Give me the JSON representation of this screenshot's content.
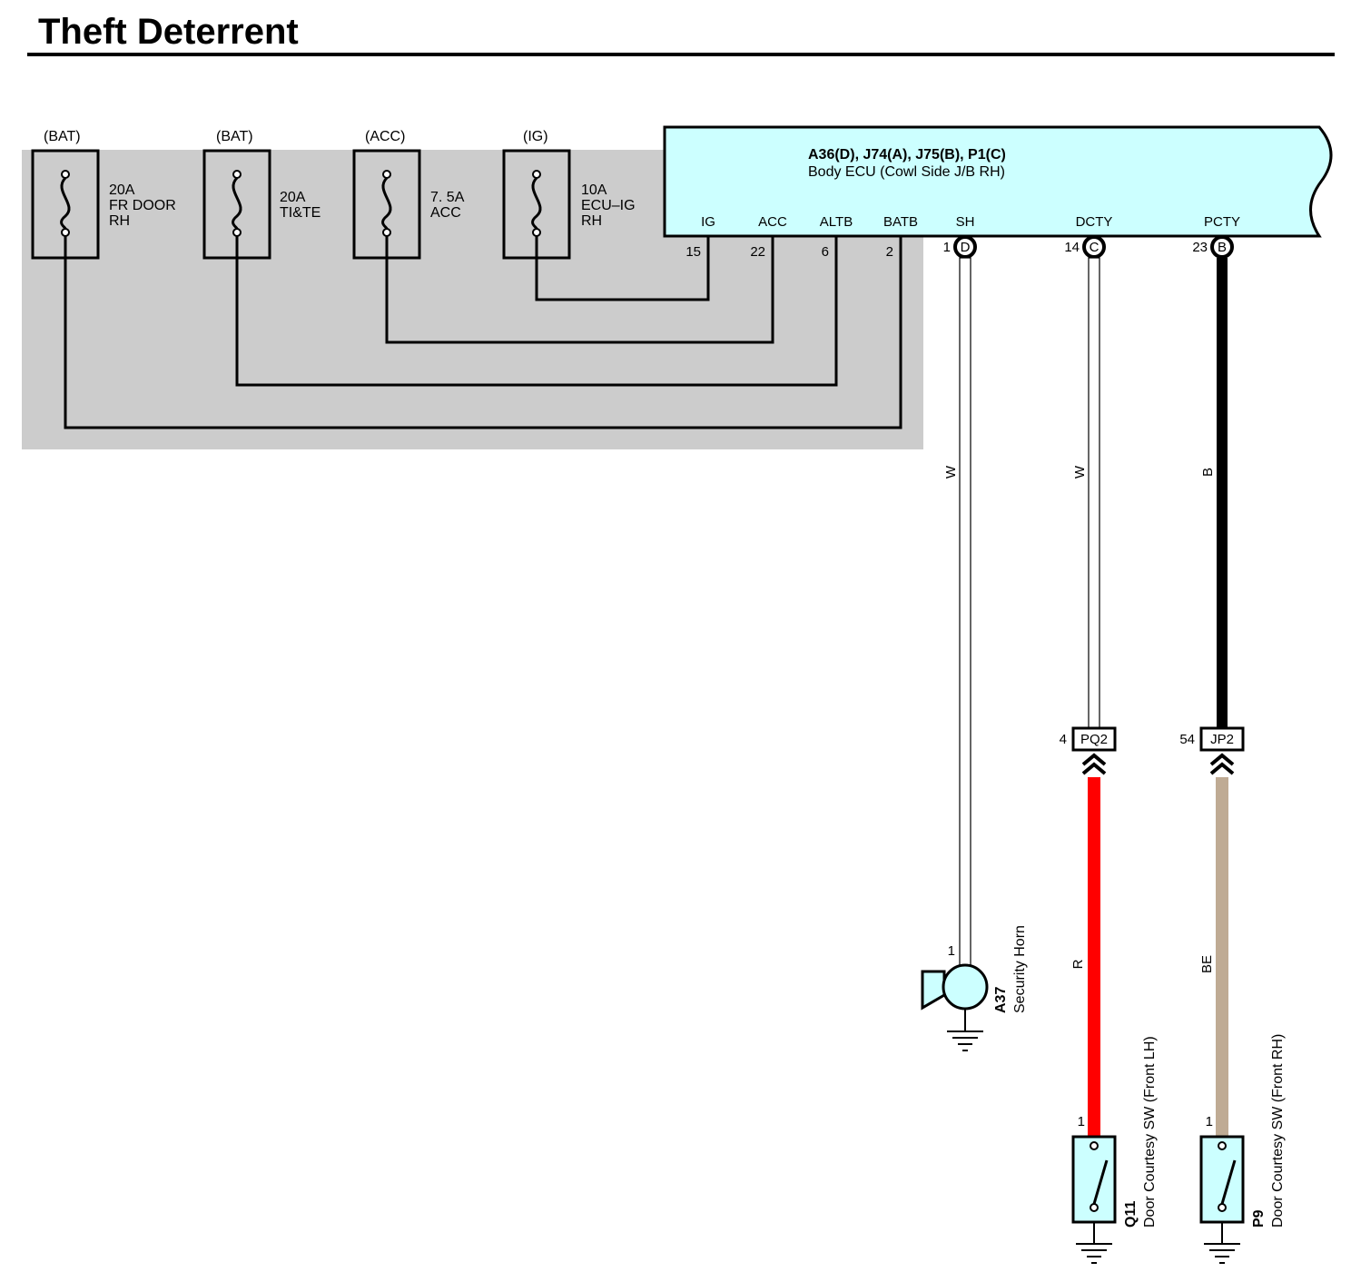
{
  "title": "Theft Deterrent",
  "fuses": [
    {
      "source": "(BAT)",
      "rating": "20A",
      "name1": "FR DOOR",
      "name2": "RH"
    },
    {
      "source": "(BAT)",
      "rating": "20A",
      "name1": "TI&TE",
      "name2": ""
    },
    {
      "source": "(ACC)",
      "rating": "7. 5A",
      "name1": "ACC",
      "name2": ""
    },
    {
      "source": "(IG)",
      "rating": "10A",
      "name1": "ECU–IG",
      "name2": "RH"
    }
  ],
  "ecu": {
    "connectors": "A36(D), J74(A), J75(B), P1(C)",
    "name": "Body ECU (Cowl Side J/B RH)",
    "terminals": [
      {
        "label": "IG",
        "pin": "15"
      },
      {
        "label": "ACC",
        "pin": "22"
      },
      {
        "label": "ALTB",
        "pin": "6"
      },
      {
        "label": "BATB",
        "pin": "2"
      }
    ],
    "outputs": [
      {
        "label": "SH",
        "pin": "1",
        "conn": "D"
      },
      {
        "label": "DCTY",
        "pin": "14",
        "conn": "C"
      },
      {
        "label": "PCTY",
        "pin": "23",
        "conn": "B"
      }
    ]
  },
  "wires": {
    "sh": {
      "color_code": "W",
      "color": "#ffffff"
    },
    "dcty_upper": {
      "color_code": "W",
      "color": "#ffffff"
    },
    "pcty_upper": {
      "color_code": "B",
      "color": "#000000"
    },
    "dcty_lower": {
      "color_code": "R",
      "color": "#ff0000"
    },
    "pcty_lower": {
      "color_code": "BE",
      "color": "#bfab94"
    }
  },
  "junctions": [
    {
      "pin": "4",
      "name": "PQ2"
    },
    {
      "pin": "54",
      "name": "JP2"
    }
  ],
  "components": {
    "horn": {
      "pin": "1",
      "code": "A37",
      "name": "Security Horn"
    },
    "sw_lh": {
      "pin": "1",
      "code": "Q11",
      "name": "Door Courtesy SW (Front LH)"
    },
    "sw_rh": {
      "pin": "1",
      "code": "P9",
      "name": "Door Courtesy SW (Front RH)"
    }
  },
  "colors": {
    "junction_block": "#cccccc",
    "component_fill": "#ccffff"
  }
}
